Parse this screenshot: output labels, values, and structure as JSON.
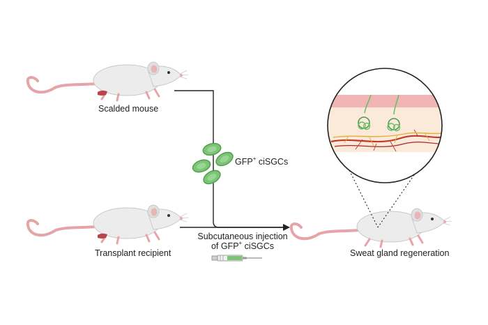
{
  "labels": {
    "scalded": "Scalded mouse",
    "recipient": "Transplant recipient",
    "regeneration": "Sweat gland regeneration",
    "cells_prefix": "GFP",
    "cells_sup": "+",
    "cells_suffix": " ciSGCs",
    "injection_line1": "Subcutaneous injection",
    "injection_line2_prefix": "of GFP",
    "injection_line2_sup": "+",
    "injection_line2_suffix": " ciSGCs"
  },
  "colors": {
    "mouse_body": "#ececec",
    "mouse_outline": "#c9c9c9",
    "ear_inner": "#e8b4b8",
    "tail": "#e6a4a8",
    "burn": "#b8454a",
    "cell_fill": "#7cc576",
    "cell_stroke": "#4f9b4a",
    "arrow": "#222222",
    "skin_top": "#f2b5b5",
    "dermis": "#fbe9da",
    "vessel": "#c0392b",
    "nerve": "#e0b040",
    "gland": "#6bbf6a"
  },
  "icons": {
    "mouse": "mouse-icon",
    "cell": "cell-icon",
    "syringe": "syringe-icon",
    "skin": "skin-section-icon"
  }
}
